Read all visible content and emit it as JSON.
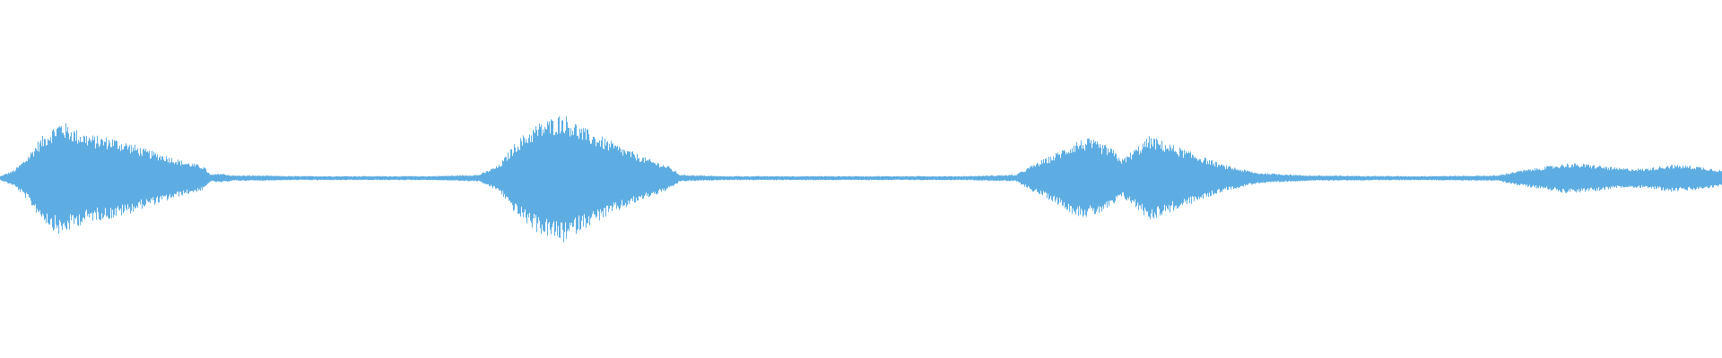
{
  "waveform": {
    "color": "#5dade2",
    "background": "#ffffff",
    "amplitude_envelope": [
      [
        0.0,
        0.03
      ],
      [
        0.008,
        0.12
      ],
      [
        0.015,
        0.3
      ],
      [
        0.022,
        0.55
      ],
      [
        0.03,
        0.75
      ],
      [
        0.035,
        0.85
      ],
      [
        0.045,
        0.7
      ],
      [
        0.055,
        0.62
      ],
      [
        0.065,
        0.6
      ],
      [
        0.075,
        0.52
      ],
      [
        0.085,
        0.42
      ],
      [
        0.095,
        0.35
      ],
      [
        0.105,
        0.26
      ],
      [
        0.118,
        0.18
      ],
      [
        0.122,
        0.05
      ],
      [
        0.128,
        0.07
      ],
      [
        0.135,
        0.04
      ],
      [
        0.15,
        0.04
      ],
      [
        0.17,
        0.03
      ],
      [
        0.2,
        0.03
      ],
      [
        0.25,
        0.03
      ],
      [
        0.278,
        0.05
      ],
      [
        0.29,
        0.2
      ],
      [
        0.3,
        0.55
      ],
      [
        0.312,
        0.8
      ],
      [
        0.327,
        0.95
      ],
      [
        0.338,
        0.75
      ],
      [
        0.35,
        0.6
      ],
      [
        0.362,
        0.45
      ],
      [
        0.375,
        0.3
      ],
      [
        0.388,
        0.18
      ],
      [
        0.395,
        0.05
      ],
      [
        0.42,
        0.03
      ],
      [
        0.5,
        0.03
      ],
      [
        0.56,
        0.03
      ],
      [
        0.59,
        0.05
      ],
      [
        0.6,
        0.2
      ],
      [
        0.612,
        0.35
      ],
      [
        0.625,
        0.55
      ],
      [
        0.633,
        0.58
      ],
      [
        0.645,
        0.45
      ],
      [
        0.652,
        0.28
      ],
      [
        0.66,
        0.45
      ],
      [
        0.668,
        0.62
      ],
      [
        0.68,
        0.5
      ],
      [
        0.695,
        0.35
      ],
      [
        0.71,
        0.2
      ],
      [
        0.73,
        0.08
      ],
      [
        0.76,
        0.04
      ],
      [
        0.82,
        0.03
      ],
      [
        0.87,
        0.04
      ],
      [
        0.88,
        0.1
      ],
      [
        0.895,
        0.16
      ],
      [
        0.91,
        0.22
      ],
      [
        0.925,
        0.2
      ],
      [
        0.94,
        0.15
      ],
      [
        0.955,
        0.14
      ],
      [
        0.97,
        0.2
      ],
      [
        0.985,
        0.18
      ],
      [
        1.0,
        0.12
      ]
    ]
  }
}
